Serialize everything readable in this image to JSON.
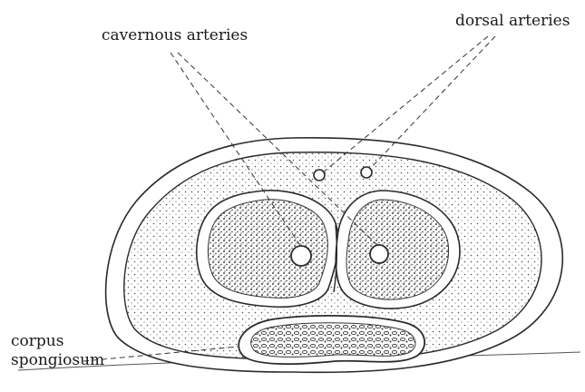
{
  "labels": {
    "cavernous_arteries": "cavernous arteries",
    "dorsal_arteries": "dorsal arteries",
    "corpus_line1": "corpus",
    "corpus_line2": "spongiosum"
  },
  "colors": {
    "ink": "#2a2a2a",
    "paper": "#ffffff",
    "shade": "#4a4a4a"
  }
}
